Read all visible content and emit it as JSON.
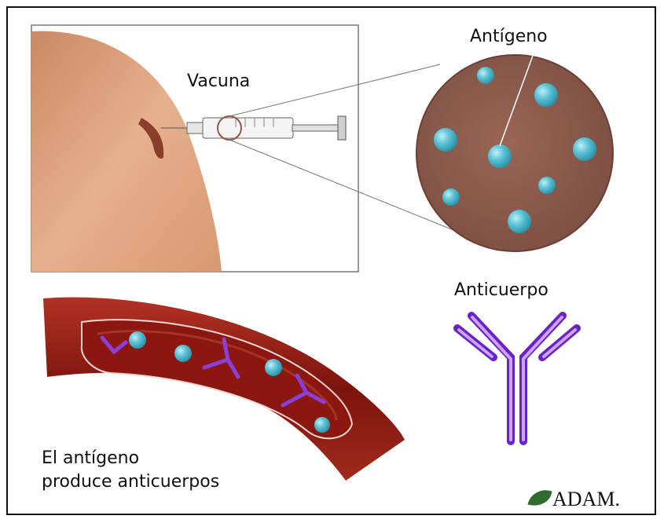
{
  "labels": {
    "vaccine": "Vacuna",
    "antigen": "Antígeno",
    "antibody": "Anticuerpo",
    "caption_line1": "El antígeno",
    "caption_line2": "produce anticuerpos"
  },
  "brand": {
    "name": "ADAM."
  },
  "colors": {
    "skin": "#e2a781",
    "magnified_circle": "#8c5a4b",
    "antigen_dot": "#55bcd0",
    "antibody": "#8a3fd8",
    "vessel": "#8e1a12",
    "vessel_inner": "#a02a20",
    "brand_leaf": "#2f6b2f"
  },
  "icons": {
    "syringe": "syringe-icon",
    "leaf": "leaf-icon"
  }
}
